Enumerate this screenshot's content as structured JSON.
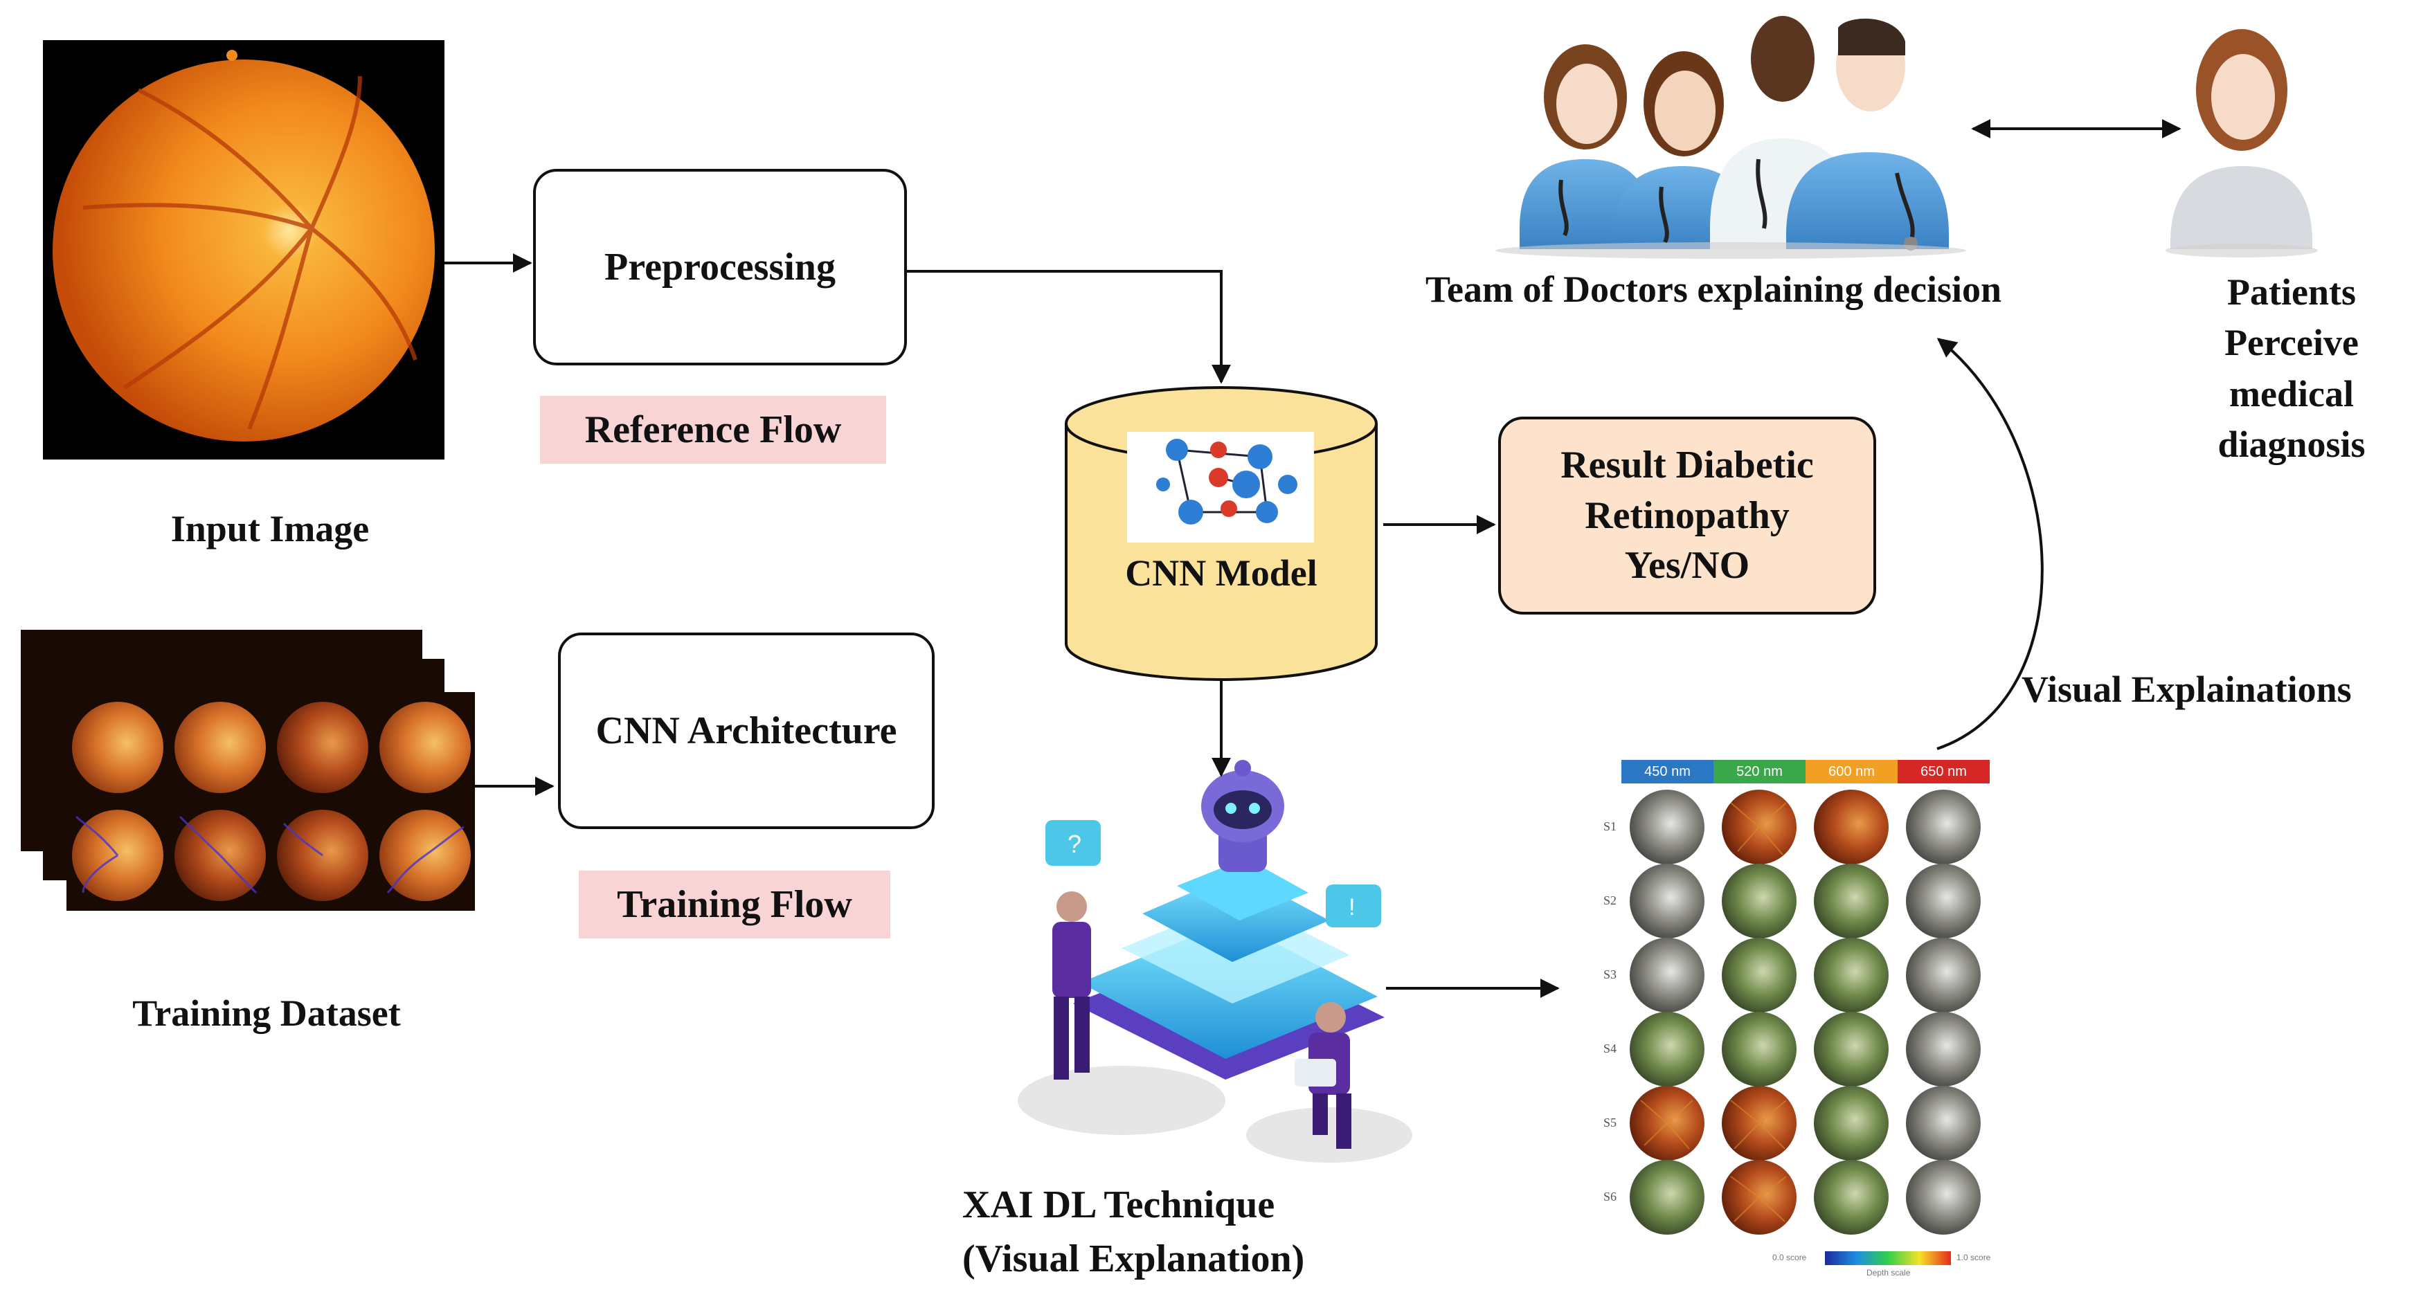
{
  "labels": {
    "input_image": "Input Image",
    "training_dataset": "Training Dataset",
    "preprocessing": "Preprocessing",
    "reference_flow": "Reference Flow",
    "cnn_architecture": "CNN Architecture",
    "training_flow": "Training Flow",
    "cnn_model": "CNN Model",
    "result_line1": "Result Diabetic",
    "result_line2": "Retinopathy",
    "result_line3": "Yes/NO",
    "xai_line1": "XAI DL Technique",
    "xai_line2": "(Visual Explanation)",
    "visual_explanations": "Visual Explainations",
    "team_doctors": "Team of Doctors explaining decision",
    "patients_line1": "Patients",
    "patients_line2": "Perceive",
    "patients_line3": "medical",
    "patients_line4": "diagnosis"
  },
  "heatmap": {
    "columns": [
      "450 nm",
      "520 nm",
      "600 nm",
      "650 nm"
    ],
    "column_colors": [
      "#2c77c4",
      "#3aa84a",
      "#f2a023",
      "#d62626"
    ],
    "rows": [
      "S1",
      "S2",
      "S3",
      "S4",
      "S5",
      "S6"
    ],
    "scale_left": "0.0 score",
    "scale_right": "1.0 score",
    "scale_caption": "Depth scale"
  },
  "colors": {
    "pink_label": "#f9d4d4",
    "result_fill": "#fde3cc",
    "cylinder_fill": "#fbe29b",
    "fundus_orange": "#f28a1c"
  }
}
